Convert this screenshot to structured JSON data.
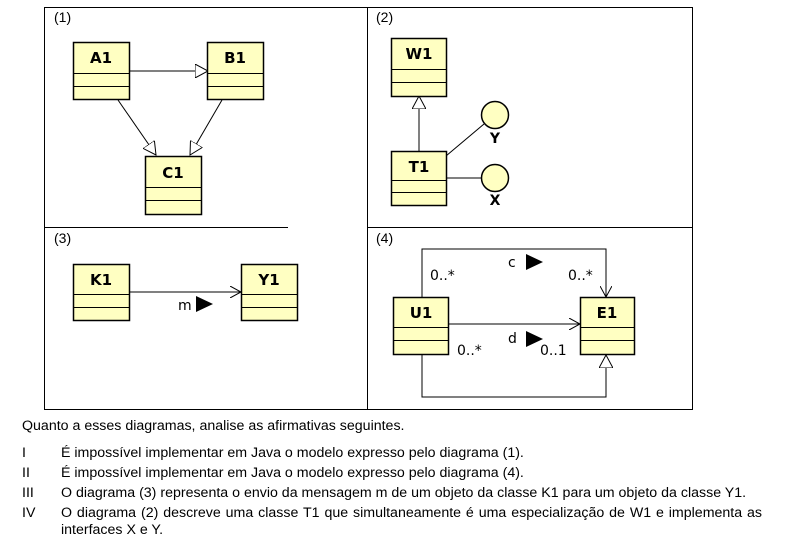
{
  "panels": [
    {
      "label": "(1)"
    },
    {
      "label": "(2)"
    },
    {
      "label": "(3)"
    },
    {
      "label": "(4)"
    }
  ],
  "classes": {
    "a1": "A1",
    "b1": "B1",
    "c1": "C1",
    "w1": "W1",
    "t1": "T1",
    "k1": "K1",
    "y1": "Y1",
    "u1": "U1",
    "e1": "E1"
  },
  "interfaces": {
    "y": "Y",
    "x": "X"
  },
  "labels": {
    "message": "m",
    "assoc_c": "c",
    "assoc_d": "d",
    "c_mult_left": "0..*",
    "c_mult_right": "0..*",
    "d_mult_left": "0..*",
    "d_mult_right": "0..1"
  },
  "text": {
    "intro": "Quanto a esses diagramas, analise as afirmativas seguintes.",
    "items": [
      {
        "num": "I",
        "text": "É impossível implementar em Java o modelo expresso pelo diagrama (1)."
      },
      {
        "num": "II",
        "text": "É impossível implementar em Java o modelo expresso pelo diagrama (4)."
      },
      {
        "num": "III",
        "text": "O diagrama (3) representa o envio da mensagem m de um objeto da classe K1 para um objeto da classe Y1."
      },
      {
        "num": "IV",
        "text": "O diagrama (2) descreve uma classe T1 que simultaneamente é uma especialização de W1 e implementa as interfaces X e Y."
      }
    ]
  },
  "colors": {
    "class_fill": "#ffffc2",
    "line": "#000000"
  }
}
